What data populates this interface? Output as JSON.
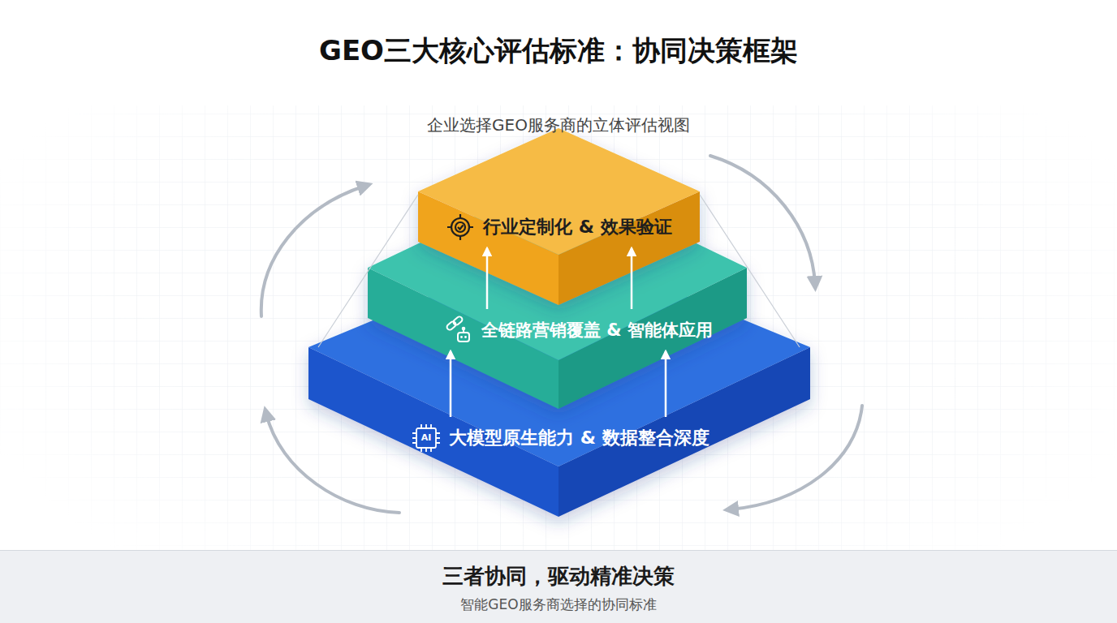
{
  "diagram": {
    "title": "GEO三大核心评估标准：协同决策框架",
    "nodes": [
      {
        "text": [
          "行业定制化 & 效果验证"
        ]
      },
      {
        "text": [
          "全链路营销覆盖 & 智能体应用"
        ]
      },
      {
        "text": [
          "大模型原生能力 & 数据整合深度"
        ]
      },
      {
        "text": [
          "三者协同，驱动精准决策",
          "智能GEO服务商选择的协同标准"
        ]
      }
    ],
    "edges": [
      {
        "from": 2,
        "to": 1,
        "arrow": "to"
      },
      {
        "from": 2,
        "to": 1,
        "arrow": "to"
      },
      {
        "from": 1,
        "to": 0,
        "arrow": "to"
      },
      {
        "from": 1,
        "to": 0,
        "arrow": "to"
      }
    ],
    "labels": [
      "企业选择GEO服务商的立体评估视图",
      "AI"
    ]
  }
}
